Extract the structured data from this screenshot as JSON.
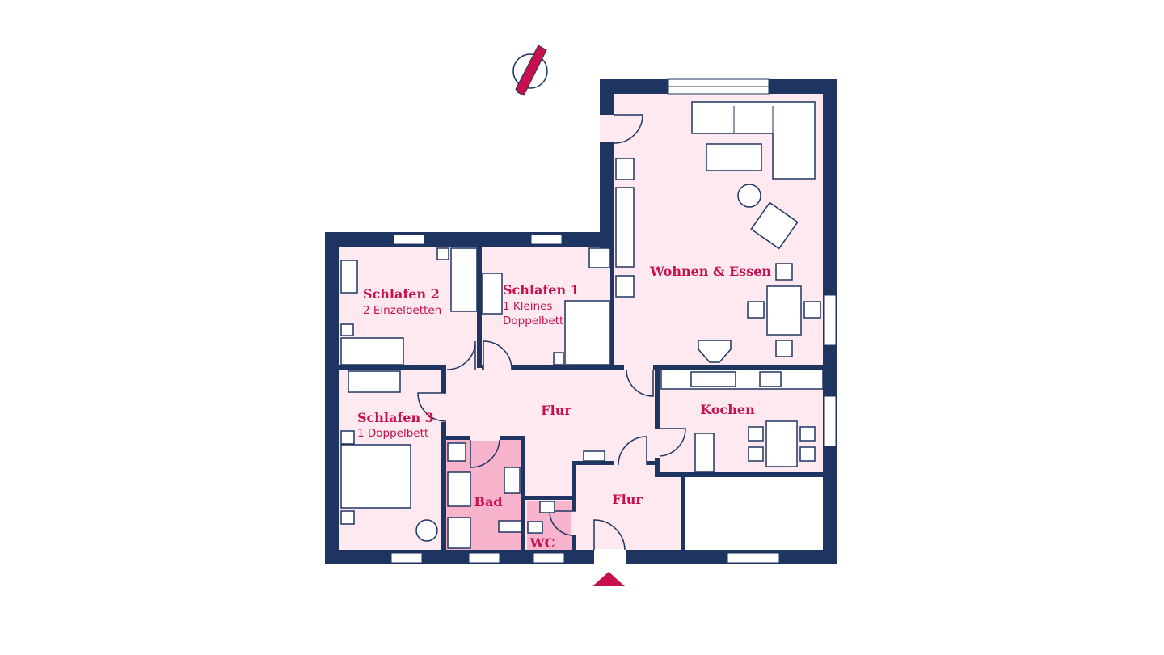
{
  "plan": {
    "rooms": [
      {
        "name": "Wohnen & Essen"
      },
      {
        "name": "Schlafen 2",
        "detail": "2 Einzelbetten"
      },
      {
        "name": "Schlafen 1",
        "detail_line1": "1 Kleines",
        "detail_line2": "Doppelbett"
      },
      {
        "name": "Schlafen 3",
        "detail": "1 Doppelbett"
      },
      {
        "name": "Flur"
      },
      {
        "name": "Kochen"
      },
      {
        "name": "Bad"
      },
      {
        "name": "Flur"
      },
      {
        "name": "WC"
      }
    ],
    "icons": [
      "north-arrow-icon",
      "entrance-arrow-icon"
    ],
    "colors": {
      "wall": "#1e3461",
      "room_fill": "#fde9ef",
      "bath_fill": "#f8b4cc",
      "accent": "#c8104e"
    }
  }
}
